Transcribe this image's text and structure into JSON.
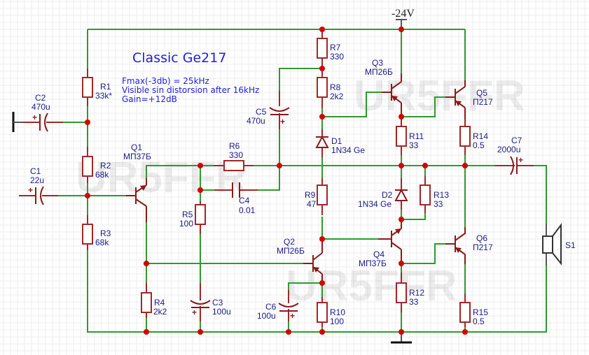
{
  "title": "Classic Ge217",
  "notes": [
    "Fmax(-3db) = 25kHz",
    "Visible sin distorsion after 16kHz",
    "Gain=+12dB"
  ],
  "supply_label": "-24V",
  "watermark": "UR5FFR",
  "colors": {
    "wire": "#2e9a2e",
    "component": "#a02828",
    "junction": "#d40000",
    "label": "#1a1a8c",
    "note": "#2020e0"
  },
  "components": {
    "R1": {
      "ref": "R1",
      "value": "33k*"
    },
    "R2": {
      "ref": "R2",
      "value": "68k"
    },
    "R3": {
      "ref": "R3",
      "value": "68k"
    },
    "R4": {
      "ref": "R4",
      "value": "2k2"
    },
    "R5": {
      "ref": "R5",
      "value": "100"
    },
    "R6": {
      "ref": "R6",
      "value": "330"
    },
    "R7": {
      "ref": "R7",
      "value": "330"
    },
    "R8": {
      "ref": "R8",
      "value": "2k2"
    },
    "R9": {
      "ref": "R9",
      "value": "47"
    },
    "R10": {
      "ref": "R10",
      "value": "100"
    },
    "R11": {
      "ref": "R11",
      "value": "33"
    },
    "R12": {
      "ref": "R12",
      "value": "33"
    },
    "R13": {
      "ref": "R13",
      "value": "33"
    },
    "R14": {
      "ref": "R14",
      "value": "0.5"
    },
    "R15": {
      "ref": "R15",
      "value": "0.5"
    },
    "C1": {
      "ref": "C1",
      "value": "22u"
    },
    "C2": {
      "ref": "C2",
      "value": "470u"
    },
    "C3": {
      "ref": "C3",
      "value": "100u"
    },
    "C4": {
      "ref": "C4",
      "value": "0.01"
    },
    "C5": {
      "ref": "C5",
      "value": "470u"
    },
    "C6": {
      "ref": "C6",
      "value": "100u"
    },
    "C7": {
      "ref": "C7",
      "value": "2000u"
    },
    "D1": {
      "ref": "D1",
      "value": "1N34 Ge"
    },
    "D2": {
      "ref": "D2",
      "value": "1N34 Ge"
    },
    "Q1": {
      "ref": "Q1",
      "value": "МП37Б"
    },
    "Q2": {
      "ref": "Q2",
      "value": "МП26Б"
    },
    "Q3": {
      "ref": "Q3",
      "value": "МП26Б"
    },
    "Q4": {
      "ref": "Q4",
      "value": "МП37Б"
    },
    "Q5": {
      "ref": "Q5",
      "value": "П217"
    },
    "Q6": {
      "ref": "Q6",
      "value": "П217"
    },
    "S1": {
      "ref": "S1"
    }
  },
  "plus_sign": "+"
}
